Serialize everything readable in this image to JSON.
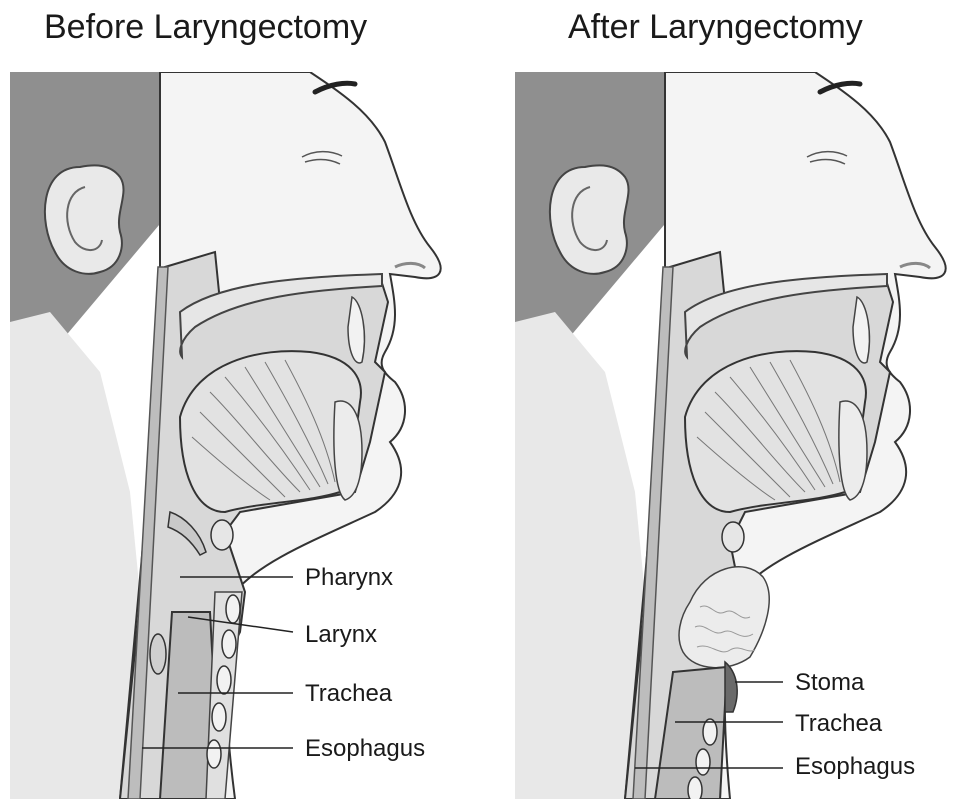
{
  "panels": {
    "before": {
      "title": "Before Laryngectomy",
      "labels": {
        "pharynx": "Pharynx",
        "larynx": "Larynx",
        "trachea": "Trachea",
        "esophagus": "Esophagus"
      }
    },
    "after": {
      "title": "After Laryngectomy",
      "labels": {
        "stoma": "Stoma",
        "trachea": "Trachea",
        "esophagus": "Esophagus"
      }
    }
  },
  "colors": {
    "skin": "#f4f4f4",
    "hair": "#9c9c9c",
    "tissue": "#d9d9d9",
    "cartilage": "#e6e6e6",
    "outline": "#333333"
  }
}
